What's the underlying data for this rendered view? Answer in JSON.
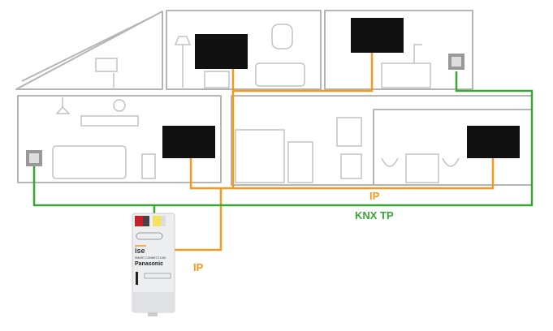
{
  "labels": {
    "ip_bus": "IP",
    "knx_bus": "KNX TP",
    "ip_device": "IP"
  },
  "device": {
    "brand": "ise",
    "model": "SMART CONNECT KNX",
    "vendor": "Panasonic"
  },
  "colors": {
    "ip": "#f39a1e",
    "knx": "#3aa635",
    "wall": "#b5b5b5",
    "tv": "#111111"
  }
}
